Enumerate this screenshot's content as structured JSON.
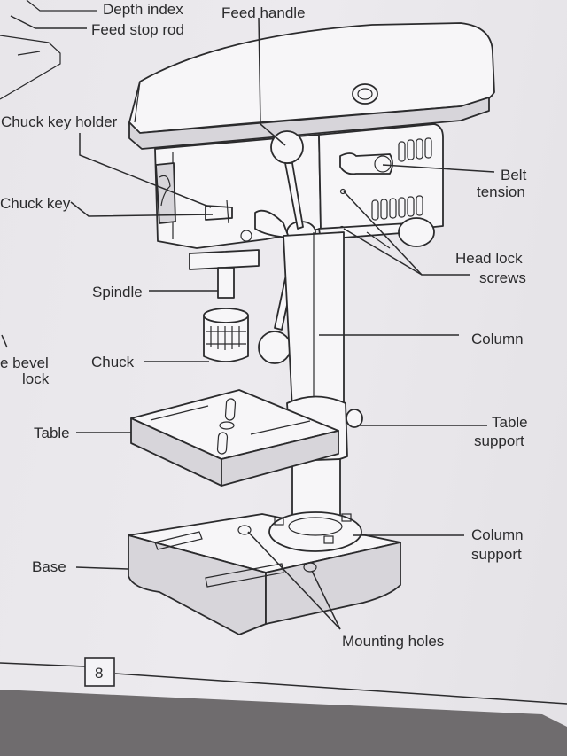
{
  "diagram": {
    "labels": {
      "depth_index": "Depth index",
      "feed_stop_rod": "Feed stop rod",
      "feed_handle": "Feed handle",
      "chuck_key_holder": "Chuck key holder",
      "chuck_key": "Chuck key",
      "belt": "Belt",
      "tension": "tension",
      "head_lock": "Head lock",
      "screws": "screws",
      "spindle": "Spindle",
      "column": "Column",
      "bevel_partial": "e bevel",
      "lock": "lock",
      "chuck": "Chuck",
      "table": "Table",
      "table_support_1": "Table",
      "table_support_2": "support",
      "column_support_1": "Column",
      "column_support_2": "support",
      "base": "Base",
      "mounting_holes": "Mounting holes"
    },
    "page_number": "8"
  },
  "colors": {
    "ink": "#2b2b2d",
    "paper": "#eceaee",
    "background": "#6f6c6e"
  }
}
